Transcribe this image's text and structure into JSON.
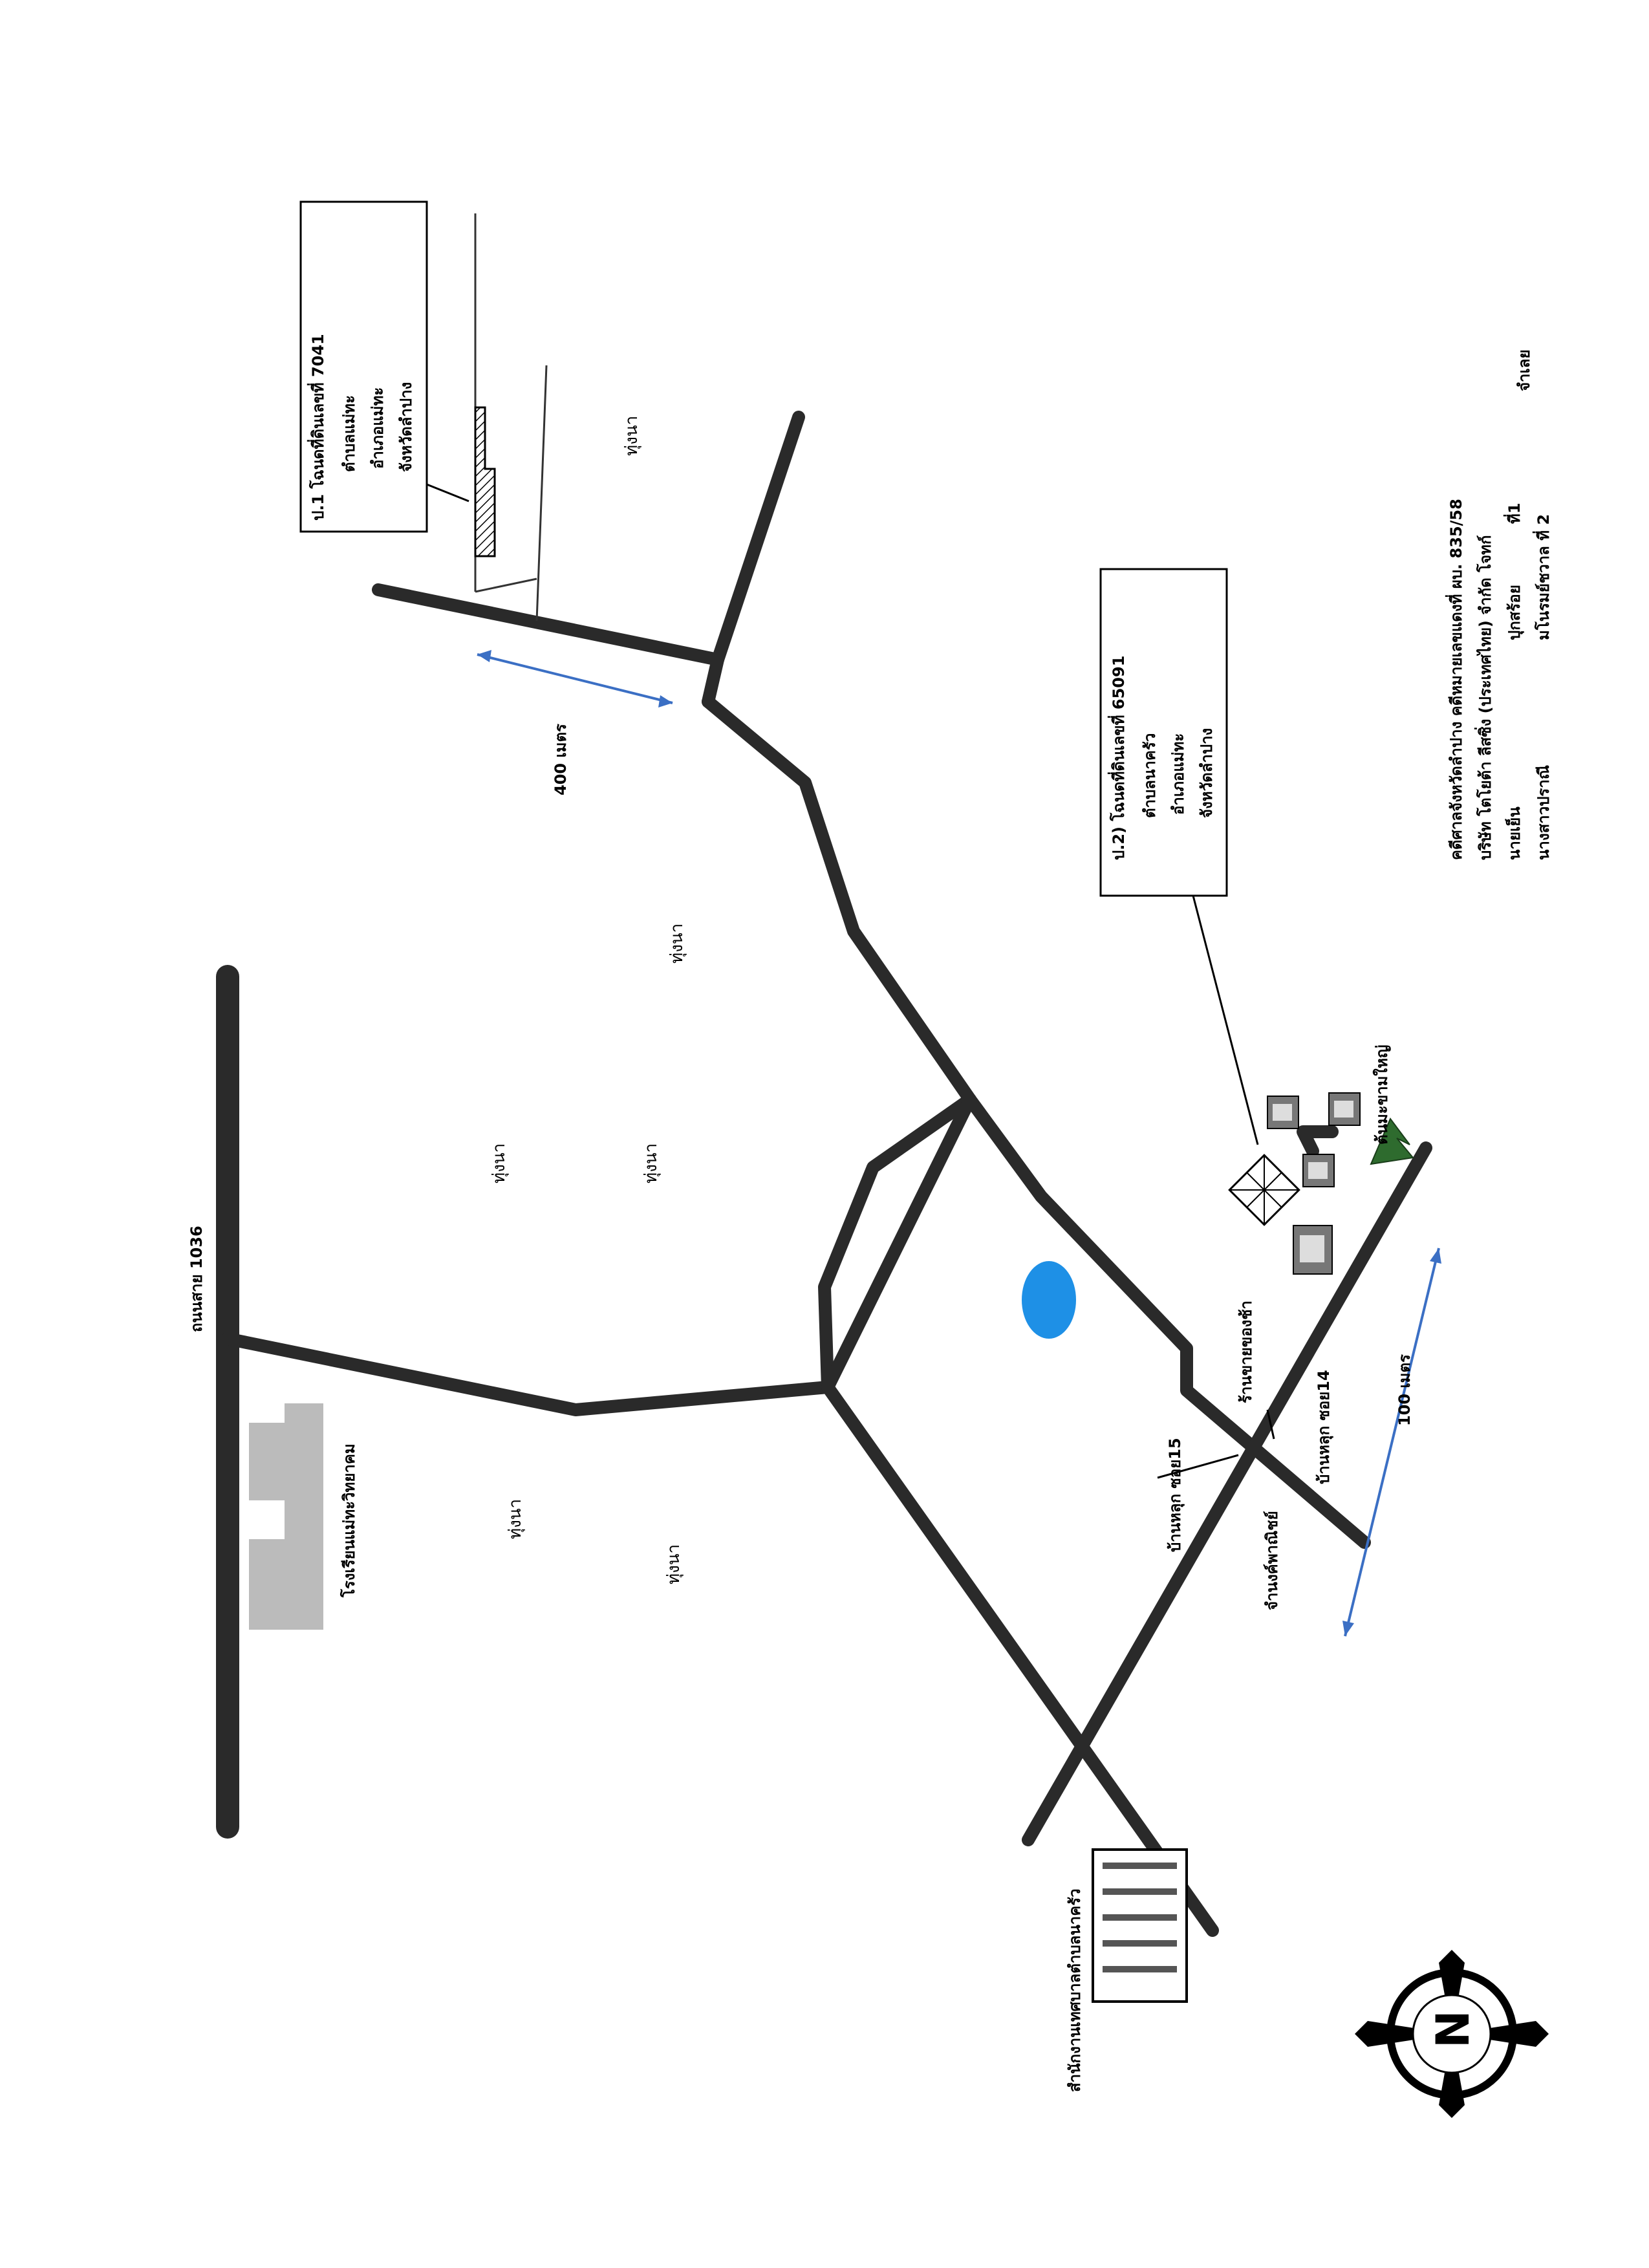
{
  "labels": {
    "road_1036": "ถนนสาย 1036",
    "school": "โรงเรียนแม่ทะวิทยาคม",
    "municipal_office": "สำนักงานเทศบาลตำบลนาครัว",
    "field": "ทุ่งนา",
    "dist_400": "400  เมตร",
    "dist_100": "100 เมตร",
    "ban_hluk_soi15": "บ้านหลุก ซอย15",
    "ban_hluk_soi14": "บ้านหลุก ซอย14",
    "elephant_shop": "ร้านขายของช้า",
    "chamnong_phanit": "จำนงค์พาณิชย์",
    "big_tamarind": "ต้นมะขามใหญ่"
  },
  "plot1": {
    "line1": "ป.1 โฉนดที่ดินเลขที่ 7041",
    "line2": "ตำบลแม่ทะ",
    "line3": "อำเภอแม่ทะ",
    "line4": "จังหวัดลำปาง"
  },
  "plot2": {
    "line1": "ป.2) โฉนดที่ดินเลขที่ 65091",
    "line2": "ตำบลนาครัว",
    "line3": "อำเภอแม่ทะ",
    "line4": "จังหวัดลำปาง"
  },
  "case_info": {
    "line1": "คดีศาลจังหวัดลำปาง คดีหมายเลขแดงที่ ผบ. 835/58",
    "line2": "บริษัท โตโยต้า ลีสซิ่ง (ประเทศไทย)  จำกัด  โจทก์",
    "line3_a": "นายเย็น",
    "line3_b": "ปุกสร้อย",
    "line3_c": "ที่1",
    "line3_d": "จำเลย",
    "line4_a": "นางสาวปราณี",
    "line4_b": "มโนรมย์ชวาล ที่ 2"
  },
  "compass": {
    "letter": "N"
  },
  "colors": {
    "road": "#2a2a2a",
    "pond": "#1e90e6",
    "dimension": "#3b6fc4",
    "tree": "#2e6b2e"
  }
}
